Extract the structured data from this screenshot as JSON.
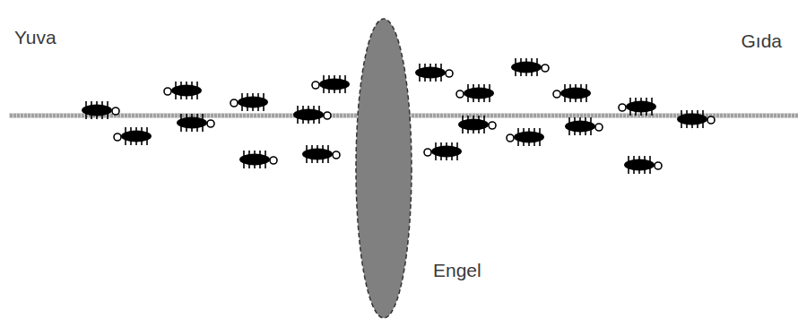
{
  "diagram": {
    "labels": [
      "Yuva",
      "Gıda",
      "Engel"
    ]
  }
}
